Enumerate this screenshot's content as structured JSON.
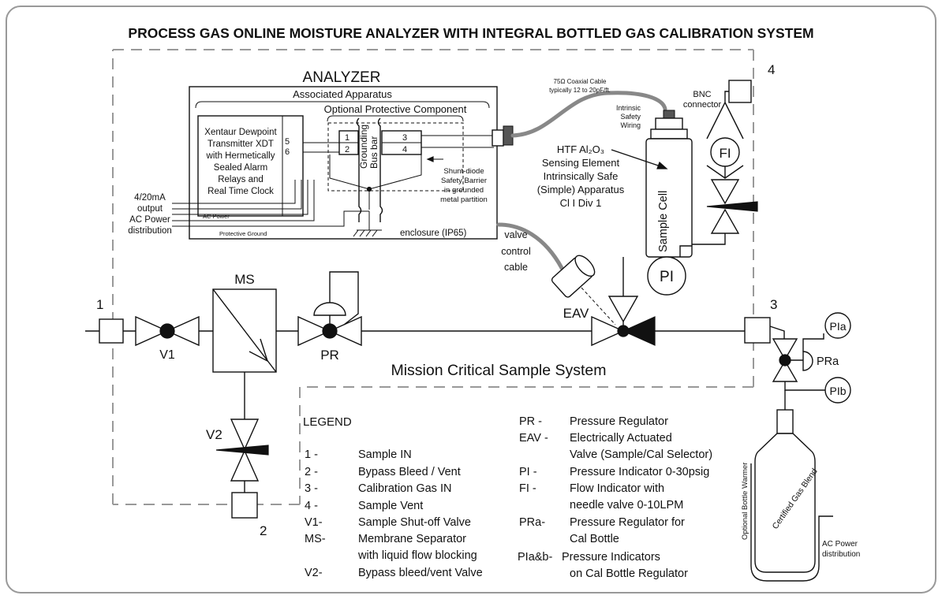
{
  "title": "PROCESS GAS ONLINE MOISTURE ANALYZER WITH INTEGRAL BOTTLED GAS CALIBRATION SYSTEM",
  "analyzer": {
    "title": "ANALYZER",
    "associated_apparatus": "Associated Apparatus",
    "optional_component": "Optional Protective Component",
    "transmitter_lines": [
      "Xentaur Dewpoint",
      "Transmitter XDT",
      "with Hermetically",
      "Sealed Alarm",
      "Relays and",
      "Real Time Clock"
    ],
    "terminals_left": [
      "5",
      "6"
    ],
    "terminals_barrier_left": [
      "1",
      "2"
    ],
    "terminals_barrier_right": [
      "3",
      "4"
    ],
    "bus_bar_lines": [
      "Grounding",
      "Bus bar"
    ],
    "shunt_lines": [
      "Shunt-diode",
      "Safety Barrier",
      "in grounded",
      "metal partition"
    ],
    "output_lines": [
      "4/20mA",
      "output",
      "AC Power",
      "distribution"
    ],
    "ac_power_label": "AC Power",
    "protective_ground_label": "Protective Ground",
    "enclosure_label": "enclosure (IP65)"
  },
  "cable": {
    "coax_lines": [
      "75Ω Coaxial Cable",
      "typically 12 to 20pF/ft."
    ],
    "bnc_lines": [
      "BNC",
      "connector"
    ],
    "intrinsic_lines": [
      "Intrinsic",
      "Safety",
      "Wiring"
    ],
    "valve_control_lines": [
      "valve",
      "control",
      "cable"
    ]
  },
  "sensor": {
    "htf_lines": [
      "HTF Al₂O₃",
      "Sensing Element",
      "Intrinsically Safe",
      "(Simple) Apparatus",
      "Cl I Div 1"
    ],
    "sample_cell": "Sample Cell",
    "pi": "PI",
    "fi": "FI"
  },
  "components": {
    "port1": "1",
    "port2": "2",
    "port3": "3",
    "port4": "4",
    "v1": "V1",
    "v2": "V2",
    "ms": "MS",
    "pr": "PR",
    "eav": "EAV",
    "pia": "PIa",
    "pib": "PIb",
    "pra": "PRa",
    "bottle_warmer": "Optional Bottle Warmer",
    "certified_blend": "Certified Gas Blend",
    "bottle_ac_lines": [
      "AC Power",
      "distribution"
    ],
    "mission_critical": "Mission Critical Sample System"
  },
  "legend": {
    "title": "LEGEND",
    "left": [
      {
        "key": "1 -",
        "lines": [
          "Sample IN"
        ]
      },
      {
        "key": "2 -",
        "lines": [
          "Bypass Bleed / Vent"
        ]
      },
      {
        "key": "3 -",
        "lines": [
          "Calibration Gas IN"
        ]
      },
      {
        "key": "4 -",
        "lines": [
          "Sample Vent"
        ]
      },
      {
        "key": "V1-",
        "lines": [
          "Sample Shut-off Valve"
        ]
      },
      {
        "key": "MS-",
        "lines": [
          "Membrane Separator",
          "with liquid flow blocking"
        ]
      },
      {
        "key": "V2-",
        "lines": [
          "Bypass bleed/vent Valve"
        ]
      }
    ],
    "right": [
      {
        "key": "PR -",
        "lines": [
          "Pressure Regulator"
        ]
      },
      {
        "key": "EAV -",
        "lines": [
          "Electrically Actuated",
          "Valve (Sample/Cal Selector)"
        ]
      },
      {
        "key": "PI -",
        "lines": [
          "Pressure Indicator 0-30psig"
        ]
      },
      {
        "key": "FI -",
        "lines": [
          "Flow Indicator with",
          "needle valve 0-10LPM"
        ]
      },
      {
        "key": "PRa-",
        "lines": [
          "Pressure Regulator for",
          "Cal Bottle"
        ]
      },
      {
        "key": "PIa&b-",
        "lines": [
          "Pressure Indicators",
          "on Cal Bottle Regulator"
        ]
      }
    ]
  }
}
